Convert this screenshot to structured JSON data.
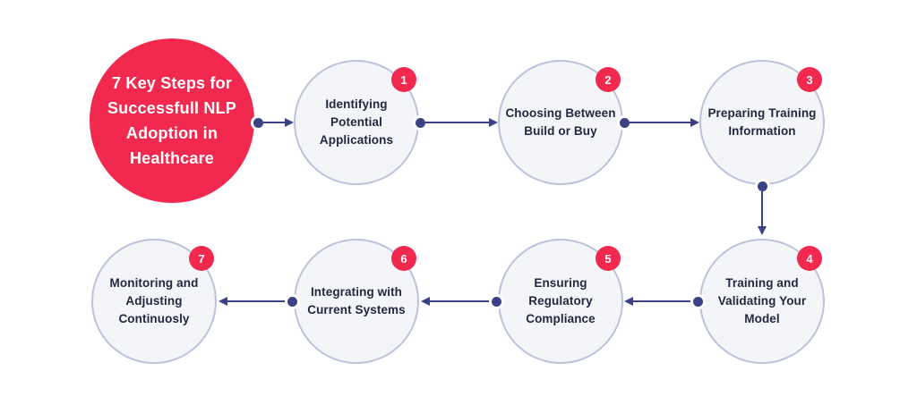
{
  "title": {
    "text": "7 Key Steps for\nSuccessfull NLP\nAdoption in\nHealthcare"
  },
  "steps": [
    {
      "number": "1",
      "label": "Identifying\nPotential\nApplications"
    },
    {
      "number": "2",
      "label": "Choosing Between\nBuild or Buy"
    },
    {
      "number": "3",
      "label": "Preparing Training\nInformation"
    },
    {
      "number": "4",
      "label": "Training and\nValidating Your\nModel"
    },
    {
      "number": "5",
      "label": "Ensuring\nRegulatory\nCompliance"
    },
    {
      "number": "6",
      "label": "Integrating with\nCurrent Systems"
    },
    {
      "number": "7",
      "label": "Monitoring and\nAdjusting\nContinuosly"
    }
  ],
  "colors": {
    "accent_pink": "#F2294F",
    "connector_navy": "#3A4185",
    "circle_fill": "#F4F5F8",
    "circle_border": "#BDC2DC",
    "text_dark": "#232840",
    "badge_text": "#FFFFFF",
    "background": "#FFFFFF"
  }
}
